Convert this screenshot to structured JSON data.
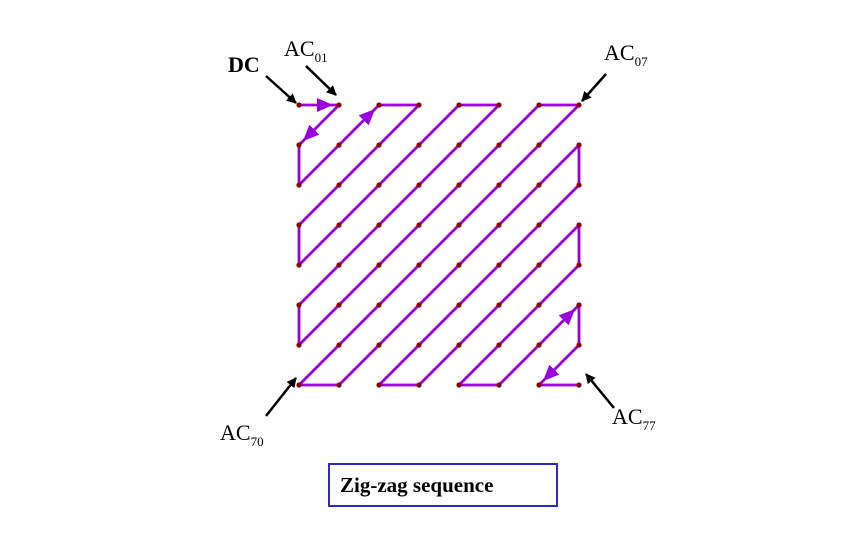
{
  "grid": {
    "size": 8,
    "dot_color": "#8b0000",
    "path_color": "#9900dd"
  },
  "labels": {
    "dc": "DC",
    "ac01": {
      "base": "AC",
      "sub": "01"
    },
    "ac07": {
      "base": "AC",
      "sub": "07"
    },
    "ac70": {
      "base": "AC",
      "sub": "70"
    },
    "ac77": {
      "base": "AC",
      "sub": "77"
    }
  },
  "caption": "Zig-zag sequence",
  "colors": {
    "pointer_arrow": "#000000",
    "caption_border": "#2b2bbf"
  }
}
